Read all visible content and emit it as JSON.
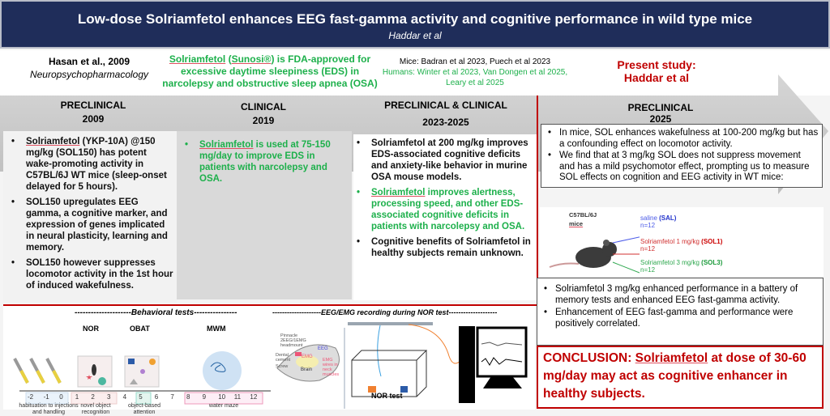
{
  "header": {
    "title": "Low-dose Solriamfetol enhances EEG fast-gamma activity and cognitive performance in wild type mice",
    "authors": "Haddar et al"
  },
  "references": {
    "hasan": {
      "cite": "Hasan et al., 2009",
      "journal": "Neuropsychopharmacology"
    },
    "fda": {
      "drug": "Solriamfetol",
      "brand": "Sunosi®",
      "text_a": "Solriamfetol (",
      "text_b": ") is FDA-approved for excessive daytime sleepiness (EDS) in narcolepsy and obstructive sleep apnea (OSA)"
    },
    "mice": "Mice: Badran et al 2023, Puech et al 2023",
    "humans": "Humans: Winter et al 2023, Van Dongen et al 2025, Leary et al 2025",
    "present": "Present study:",
    "present_authors": "Haddar et al"
  },
  "timeline": [
    {
      "phase": "PRECLINICAL",
      "year": "2009"
    },
    {
      "phase": "CLINICAL",
      "year": "2019"
    },
    {
      "phase": "PRECLINICAL & CLINICAL",
      "year": "2023-2025"
    },
    {
      "phase": "PRECLINICAL",
      "year": "2025"
    }
  ],
  "col1": [
    {
      "u": "Solriamfetol",
      "rest": " (YKP-10A) @150 mg/kg (SOL150) has potent wake-promoting activity in C57BL/6J WT mice (sleep-onset delayed for 5 hours)."
    },
    {
      "u": "",
      "rest": "SOL150 upregulates EEG gamma, a cognitive marker, and expression of genes implicated in neural plasticity, learning and memory."
    },
    {
      "u": "",
      "rest": "SOL150 however suppresses locomotor activity in the 1st hour of induced wakefulness."
    }
  ],
  "col2": [
    {
      "u": "Solriamfetol",
      "rest": " is used at 75-150 mg/day to improve EDS in patients with narcolepsy and OSA."
    }
  ],
  "col3": [
    {
      "u": "",
      "rest": "Solriamfetol at 200 mg/kg improves EDS-associated cognitive deficits and anxiety-like behavior in murine OSA mouse models."
    },
    {
      "u": "Solriamfetol",
      "rest": " improves alertness, processing speed, and other EDS-associated cognitive deficits in patients with narcolepsy and OSA."
    },
    {
      "u": "",
      "rest": "Cognitive benefits of Solriamfetol in healthy subjects remain unknown."
    }
  ],
  "present_box": [
    "In mice, SOL enhances wakefulness at 100-200 mg/kg but has a confounding effect on locomotor activity.",
    "We find that at 3 mg/kg SOL does not suppress movement and has a mild psychomotor effect, prompting us to measure SOL effects on cognition and EEG activity in WT mice:"
  ],
  "design": {
    "strain": "C57BL/6J",
    "strain2": "mice",
    "groups": [
      {
        "label": "saline",
        "code": "(SAL)",
        "n": "n=12",
        "color": "#4a5ae8"
      },
      {
        "label": "Solriamfetol 1 mg/kg",
        "code": "(SOL1)",
        "n": "n=12",
        "color": "#d03030"
      },
      {
        "label": "Solriamfetol 3 mg/kg",
        "code": "(SOL3)",
        "n": "n=12",
        "color": "#2fa84f"
      }
    ]
  },
  "results": [
    "Solriamfetol 3 mg/kg enhanced performance in a battery of memory tests and enhanced EEG fast-gamma activity.",
    "Enhancement of EEG fast-gamma and performance were positively correlated."
  ],
  "conclusion": {
    "label": "CONCLUSION: ",
    "u": "Solriamfetol",
    "rest": " at dose of 30-60 mg/day may act as cognitive enhancer in healthy subjects."
  },
  "behavior": {
    "title": "---------------------Behavioral tests----------------",
    "tests": [
      "NOR",
      "OBAT",
      "MWM"
    ],
    "days": [
      "-2",
      "-1",
      "0",
      "1",
      "2",
      "3",
      "4",
      "5",
      "6",
      "7",
      "8",
      "9",
      "10",
      "11",
      "12"
    ],
    "phases": [
      "habituation to injections and handling",
      "novel object recognition",
      "object-based attention",
      "water maze"
    ]
  },
  "eeg": {
    "title": "--------------------EEG/EMG recording during NOR test--------------------",
    "nor_label": "NOR test",
    "labels": [
      "Pinnacle 2EEG/1EMG headmount",
      "EEG",
      "EMG",
      "Dental cement",
      "Screw",
      "Brain",
      "EMG wires in neck muscles"
    ]
  }
}
